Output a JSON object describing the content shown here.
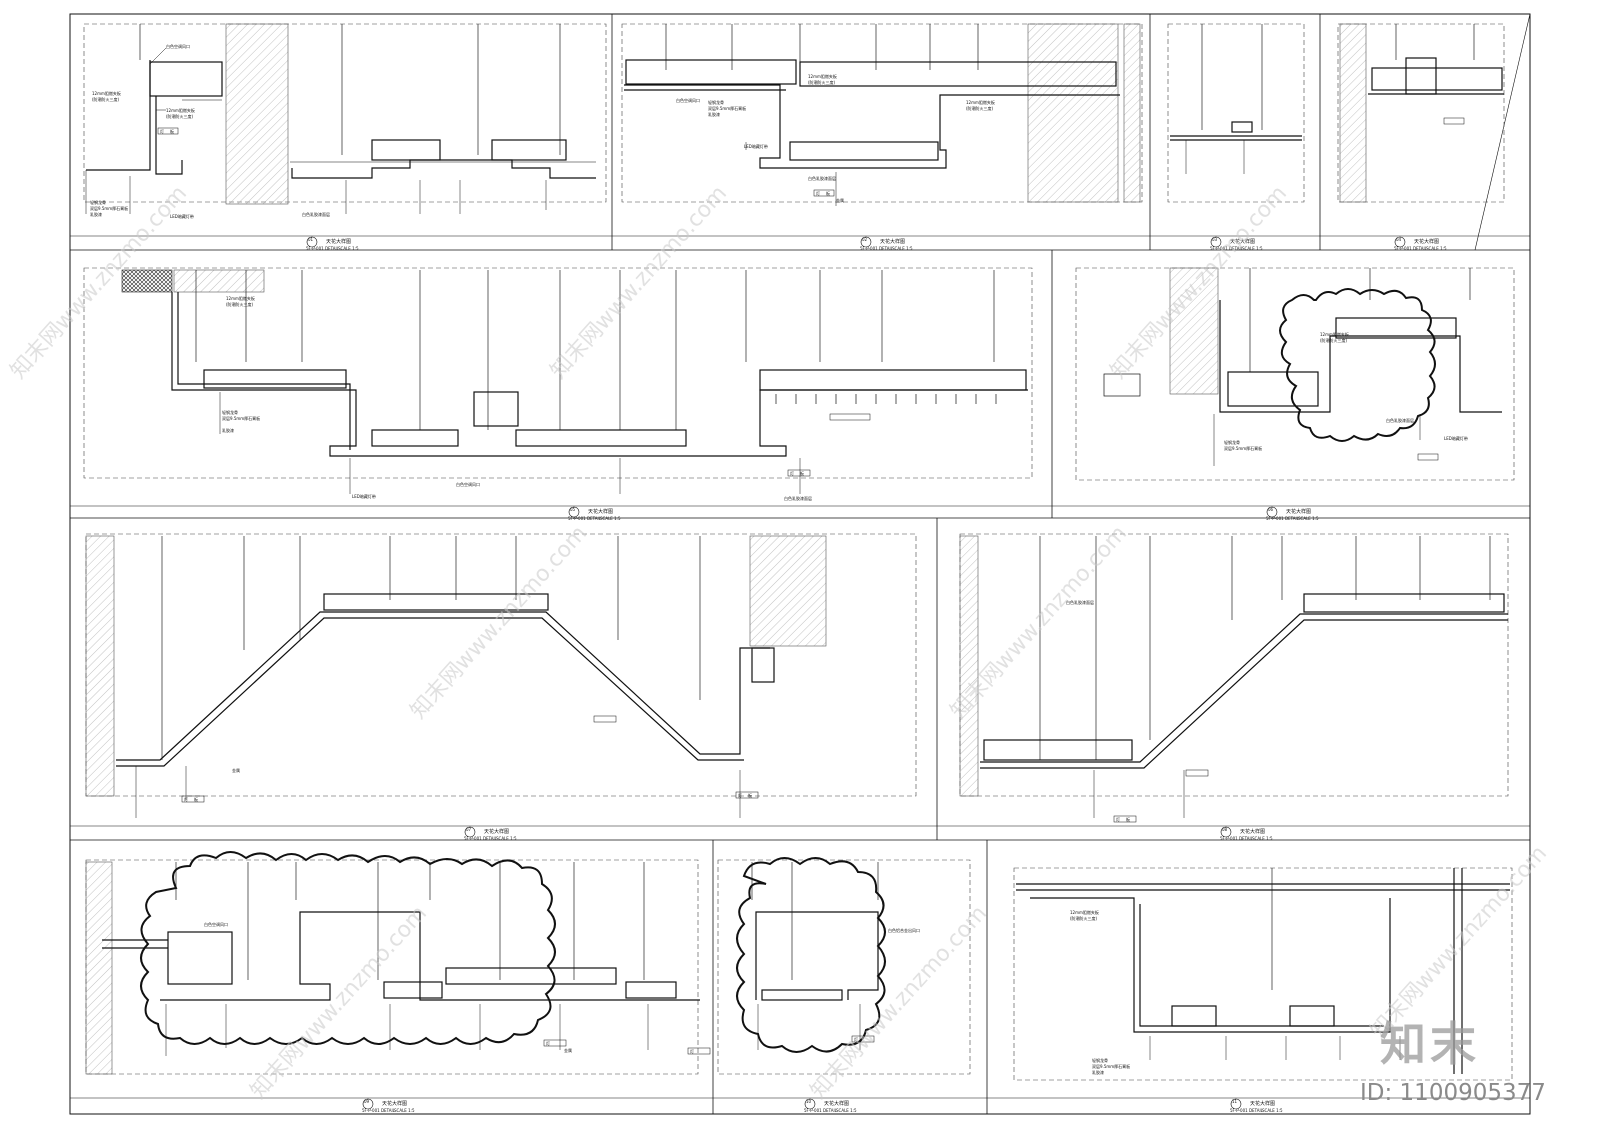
{
  "sheet": {
    "panels": [
      {
        "title": "天花大样图",
        "code": "5F-P-001 DETAIL",
        "scale": "SCALE 1:5",
        "number": "01"
      },
      {
        "title": "天花大样图",
        "code": "5F-P-001 DETAIL",
        "scale": "SCALE 1:5",
        "number": "02"
      },
      {
        "title": "天花大样图",
        "code": "5F-P-001 DETAIL",
        "scale": "SCALE 1:5",
        "number": "03"
      },
      {
        "title": "天花大样图",
        "code": "5F-P-001 DETAIL",
        "scale": "SCALE 1:5",
        "number": "04"
      },
      {
        "title": "天花大样图",
        "code": "5F-P-001 DETAIL",
        "scale": "SCALE 1:5",
        "number": "05"
      },
      {
        "title": "天花大样图",
        "code": "5F-P-001 DETAIL",
        "scale": "SCALE 1:5",
        "number": "06"
      },
      {
        "title": "天花大样图",
        "code": "5F-P-001 DETAIL",
        "scale": "SCALE 1:5",
        "number": "07"
      },
      {
        "title": "天花大样图",
        "code": "5F-P-001 DETAIL",
        "scale": "SCALE 1:5",
        "number": "08"
      },
      {
        "title": "天花大样图",
        "code": "5F-P-001 DETAIL",
        "scale": "SCALE 1:5",
        "number": "09"
      },
      {
        "title": "天花大样图",
        "code": "5F-P-001 DETAIL",
        "scale": "SCALE 1:5",
        "number": "10"
      },
      {
        "title": "天花大样图",
        "code": "5F-P-001 DETAIL",
        "scale": "SCALE 1:5",
        "number": "11"
      }
    ],
    "notes": {
      "panel_a": [
        "白色空调风口",
        "12mm阻燃夹板",
        "(防潮防火三度)",
        "12mm阻燃夹板",
        "(防潮防火三度)",
        "轻钢龙骨",
        "双层9.5mm厚石膏板",
        "乳胶漆",
        "LED暗藏灯带",
        "白色乳胶漆面层"
      ],
      "panel_b": [
        "12mm阻燃夹板",
        "(防潮防火三度)",
        "轻钢龙骨",
        "双层9.5mm厚石膏板",
        "乳胶漆",
        "白色空调风口",
        "12mm阻燃夹板",
        "(防潮防火三度)",
        "LED暗藏灯带",
        "白色乳胶漆面层"
      ],
      "panel_c": [
        "12mm阻燃夹板",
        "(防潮防火三度)",
        "轻钢龙骨",
        "双层9.5mm厚石膏板",
        "乳胶漆",
        "LED暗藏灯带",
        "白色空调风口",
        "白色乳胶漆面层"
      ],
      "panel_d": [
        "12mm阻燃夹板",
        "(防潮防火三度)",
        "轻钢龙骨",
        "双层9.5mm厚石膏板",
        "LED暗藏灯带",
        "白色乳胶漆面层",
        "白色空调风口",
        "白色铝合金出风口"
      ],
      "panel_e": [
        "轻钢龙骨",
        "双层9.5mm厚石膏板",
        "乳胶漆",
        "白色乳胶漆面层",
        "12mm阻燃夹板",
        "(防潮防火三度)"
      ],
      "tag_labels": [
        "灯",
        "板",
        "金属"
      ]
    },
    "watermark": {
      "text": "知末网www.znzmo.com"
    },
    "brand": "知末",
    "image_id": "ID: 1100905377"
  }
}
